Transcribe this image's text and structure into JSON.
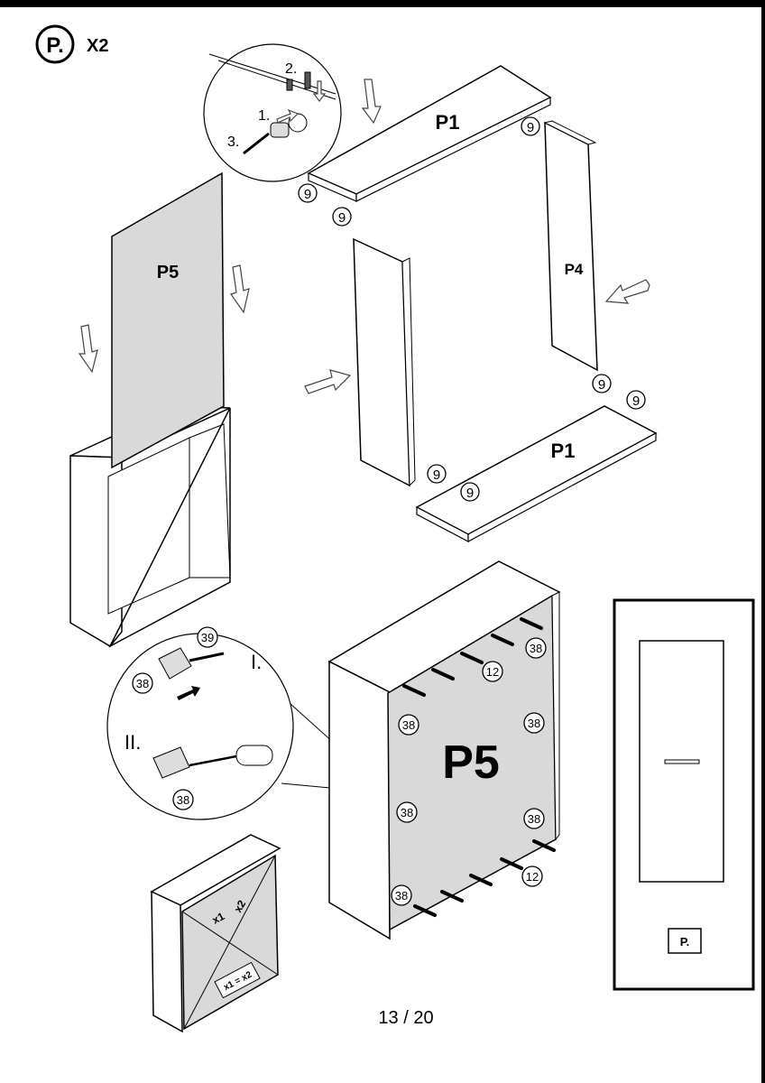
{
  "header": {
    "step_letter": "P.",
    "quantity": "X2"
  },
  "panels": {
    "top": "P1",
    "bottom": "P1",
    "side_right": "P4",
    "back_small": "P5",
    "back_large": "P5"
  },
  "fittings": {
    "cam": "9",
    "bracket": "38",
    "screw": "39",
    "nail": "12"
  },
  "detail_top": {
    "step1": "1.",
    "step2": "2.",
    "step3": "3."
  },
  "detail_bottom": {
    "step_i": "I.",
    "step_ii": "II."
  },
  "diagonals": {
    "d1": "x1",
    "d2": "x2",
    "equation": "x1 = x2"
  },
  "overview": {
    "label": "P."
  },
  "footer": {
    "page": "13 / 20"
  }
}
